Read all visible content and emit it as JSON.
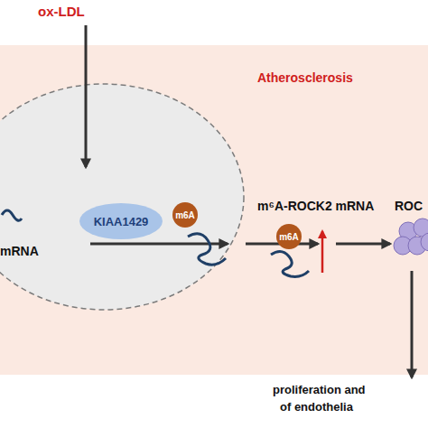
{
  "diagram": {
    "nodes": [
      {
        "text": [
          "Atherosclerosis"
        ]
      },
      {
        "text": [
          "KIAA1429"
        ],
        "in": 0
      },
      {
        "text": [
          "m6A"
        ],
        "in": 0
      },
      {
        "text": [
          "m6A"
        ],
        "in": 0
      }
    ],
    "labels": [
      "ox-LDL",
      "mRNA",
      "m⁶A-ROCK2 mRNA",
      "ROC",
      "proliferation and",
      "of endothelia"
    ]
  }
}
